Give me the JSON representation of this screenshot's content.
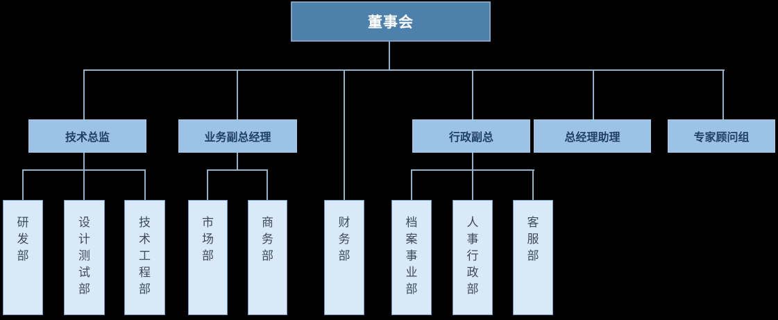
{
  "org_chart": {
    "root": "董事会",
    "managers": [
      "技术总监",
      "业务副总经理",
      "行政副总",
      "总经理助理",
      "专家顾问组"
    ],
    "departments": {
      "tech": [
        "研发部",
        "设计测试部",
        "技术工程部"
      ],
      "business": [
        "市场部",
        "商务部"
      ],
      "finance": [
        "财务部"
      ],
      "admin": [
        "档案事业部",
        "人事行政部",
        "客服部"
      ]
    }
  },
  "colors": {
    "bg": "#000000",
    "line": "#94b2cc",
    "root_fill": "#4d80ab",
    "root_border": "#7fa1bf",
    "root_text": "#ffffff",
    "l2_fill": "#9cc2e5",
    "l2_border": "#aac8e5",
    "l2_text": "#1f4064",
    "l3_fill": "#dae9f8",
    "l3_border": "#6e99c6",
    "l3_text": "#3d4a59"
  }
}
